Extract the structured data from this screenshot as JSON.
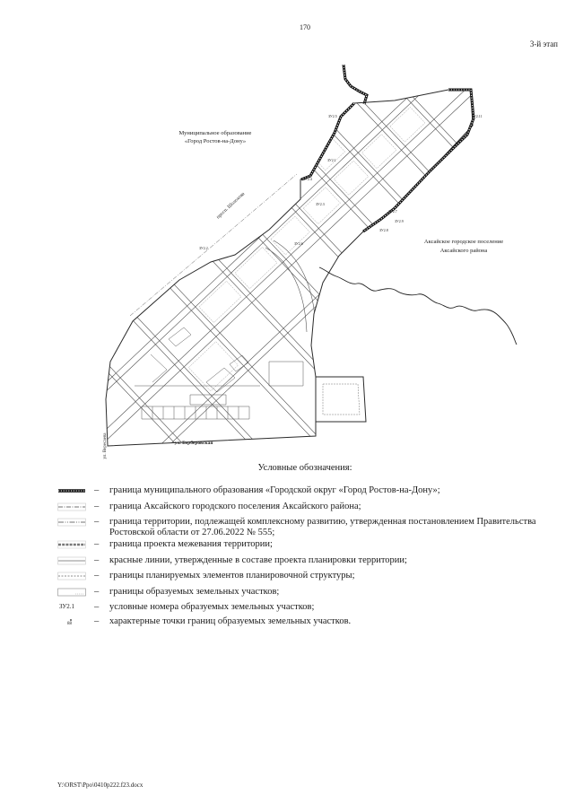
{
  "page": {
    "number": "170",
    "stage": "3-й этап"
  },
  "map": {
    "labels": {
      "rostov_line1": "Муниципальное образование",
      "rostov_line2": "«Город Ростов-на-Дону»",
      "aksai_line1": "Аксайское городское поселение",
      "aksai_line2": "Аксайского района",
      "avenue": "просп. Шолохова",
      "street_bottom": "ул. Берберовская",
      "street_left": "ул. Вересаева"
    },
    "plots": [
      "ЗУ2.5",
      "ЗУ2.11",
      "ЗУ2.1",
      "ЗУ2.4",
      "ЗУ2.3",
      "ЗУ2.7",
      "ЗУ2.9",
      "ЗУ2.8",
      "ЗУ2.6",
      "ЗУ2.2"
    ]
  },
  "legend": {
    "title": "Условные обозначения:",
    "dash": "–",
    "items": [
      {
        "text": "граница муниципального образования «Городской округ «Город Ростов-на-Дону»;"
      },
      {
        "text": "граница Аксайского городского поселения Аксайского района;"
      },
      {
        "text": "граница территории, подлежащей комплексному развитию, утвержденная постановлением Правительства",
        "text_line2": "Ростовской области от 27.06.2022 № 555;"
      },
      {
        "text": "граница проекта межевания территории;"
      },
      {
        "text": "красные линии, утвержденные в составе проекта планировки территории;"
      },
      {
        "text": "границы планируемых элементов планировочной структуры;"
      },
      {
        "text": "границы образуемых земельных участков;"
      },
      {
        "text": "условные номера образуемых земельных участков;",
        "symbol_label": "ЗУ2.1"
      },
      {
        "text": "характерные точки границ образуемых земельных участков.",
        "symbol_label": "88"
      }
    ]
  },
  "footer": {
    "path": "Y:\\ORST\\Ppo\\0410p222.f23.docx"
  }
}
